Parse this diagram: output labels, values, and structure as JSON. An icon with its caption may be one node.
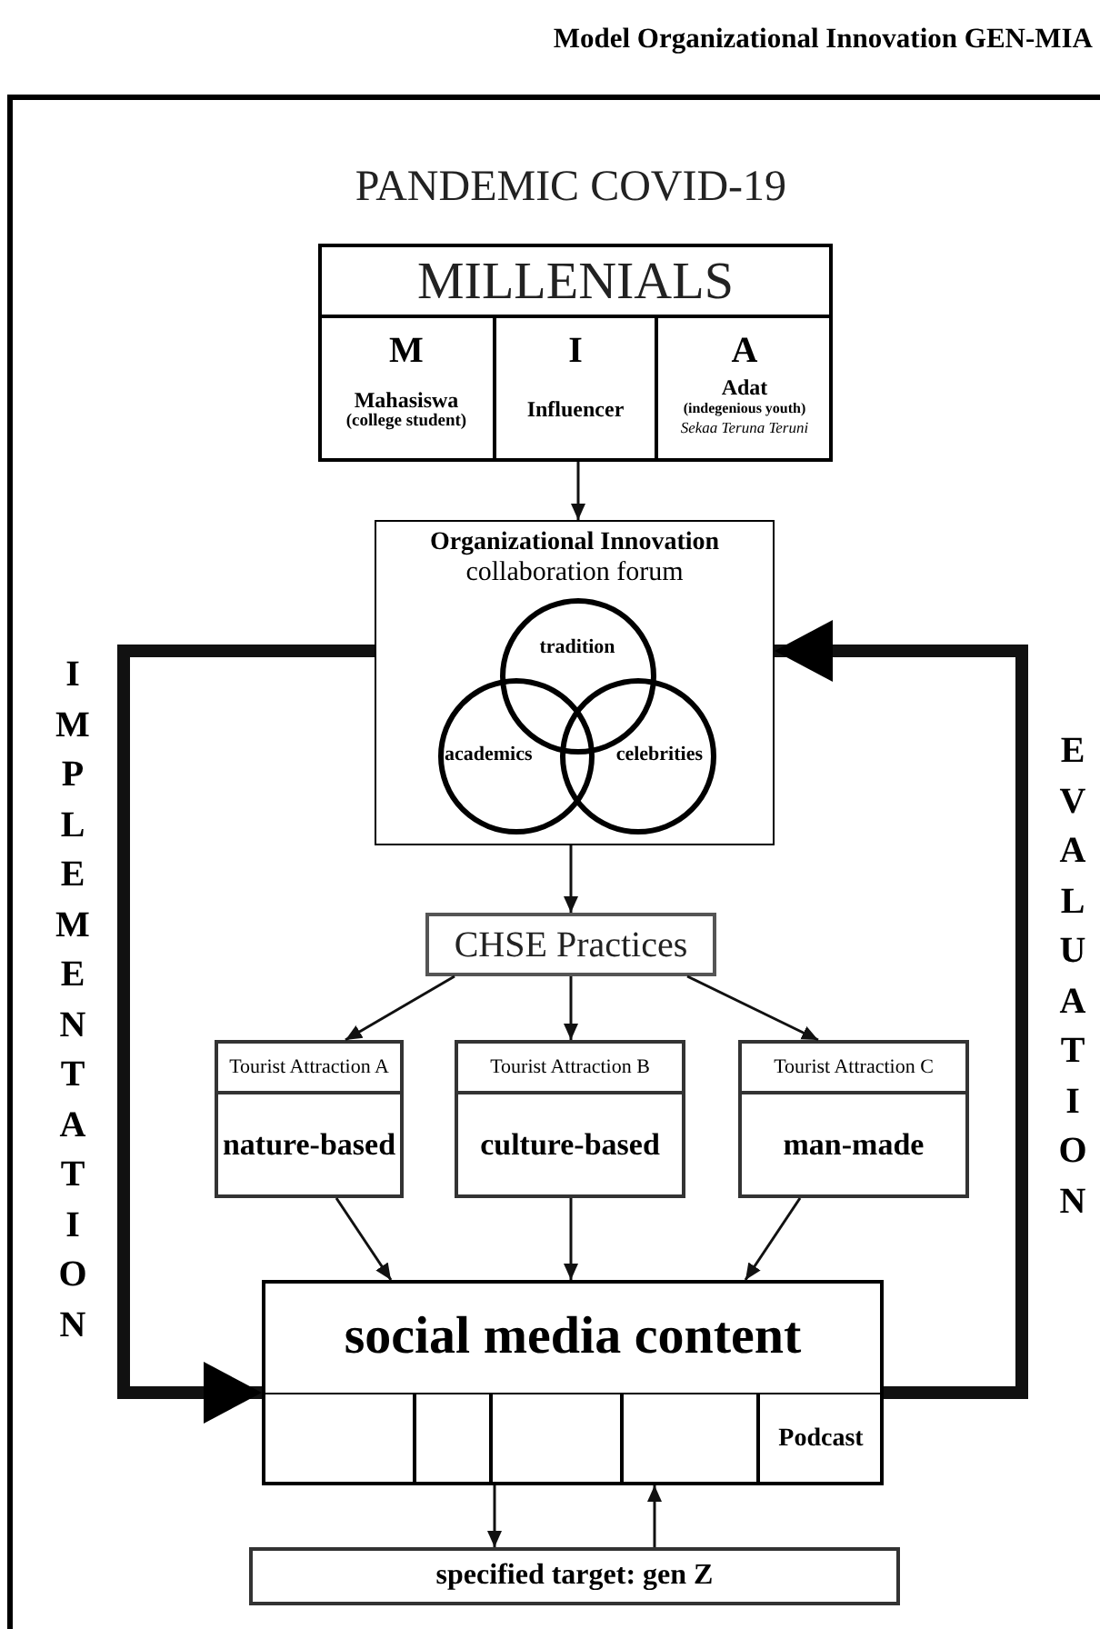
{
  "diagram": {
    "title": "Model Organizational Innovation GEN-MIA",
    "nodes": [
      {
        "text": [
          "PANDEMIC COVID-19"
        ]
      },
      {
        "text": [
          "MILLENIALS"
        ],
        "in": 0
      },
      {
        "text": [
          "M",
          "Mahasiswa",
          "(college student)"
        ],
        "in": 1
      },
      {
        "text": [
          "I",
          "Influencer"
        ],
        "in": 1
      },
      {
        "text": [
          "A",
          "Adat",
          "(indegenious youth)",
          "Sekaa Teruna Teruni"
        ],
        "in": 1
      },
      {
        "text": [
          "Organizational Innovation",
          "collaboration forum"
        ],
        "in": 0
      },
      {
        "text": [
          "tradition"
        ],
        "in": 5
      },
      {
        "text": [
          "academics"
        ],
        "in": 5
      },
      {
        "text": [
          "celebrities"
        ],
        "in": 5
      },
      {
        "text": [
          "CHSE Practices"
        ],
        "in": 0
      },
      {
        "text": [
          "Tourist Attraction A",
          "nature-based"
        ],
        "in": 0
      },
      {
        "text": [
          "Tourist Attraction B",
          "culture-based"
        ],
        "in": 0
      },
      {
        "text": [
          "Tourist Attraction C",
          "man-made"
        ],
        "in": 0
      },
      {
        "text": [
          "social media content"
        ],
        "in": 0
      },
      {
        "text": [],
        "shape": "box",
        "in": 13
      },
      {
        "text": [],
        "shape": "box",
        "in": 13
      },
      {
        "text": [],
        "shape": "box",
        "in": 13
      },
      {
        "text": [],
        "shape": "box",
        "in": 13
      },
      {
        "text": [
          "Podcast"
        ],
        "in": 13
      },
      {
        "text": [
          "specified target: gen Z"
        ],
        "in": 0
      }
    ],
    "edges": [
      {
        "from": 1,
        "to": 5,
        "arrow": "to"
      },
      {
        "from": 5,
        "to": 9,
        "arrow": "to"
      },
      {
        "from": 9,
        "to": 10,
        "arrow": "to"
      },
      {
        "from": 9,
        "to": 11,
        "arrow": "to"
      },
      {
        "from": 9,
        "to": 12,
        "arrow": "to"
      },
      {
        "from": 10,
        "to": 13,
        "arrow": "to"
      },
      {
        "from": 11,
        "to": 13,
        "arrow": "to"
      },
      {
        "from": 12,
        "to": 13,
        "arrow": "to"
      },
      {
        "from": 5,
        "to": 13,
        "arrow": "to",
        "style": "thick",
        "label": "IMPLEMENTATION"
      },
      {
        "from": 13,
        "to": 5,
        "arrow": "to",
        "style": "thick",
        "label": "EVALUATION"
      },
      {
        "from": 13,
        "to": 19,
        "arrow": "to"
      },
      {
        "from": 19,
        "to": 13,
        "arrow": "to"
      }
    ]
  }
}
